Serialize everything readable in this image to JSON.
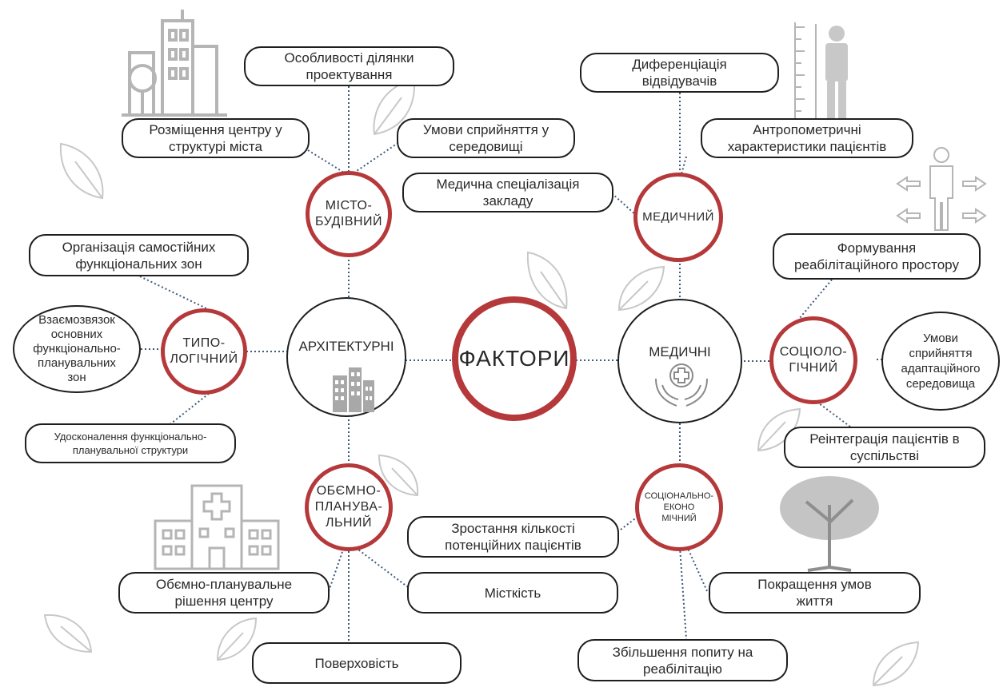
{
  "colors": {
    "accent_red": "#b5393a",
    "outline": "#1e1e1e",
    "deco_gray": "#b5b5b5"
  },
  "center": {
    "label": "ФАКТОРИ"
  },
  "main": {
    "architectural": "АРХІТЕКТУРНІ",
    "medical": "МЕДИЧНІ"
  },
  "categories": {
    "urban": "МІСТО-\nБУДІВНИЙ",
    "typological": "ТИПО-\nЛОГІЧНИЙ",
    "volumetric": "ОБЄМНО-\nПЛАНУВА-\nЛЬНИЙ",
    "medical": "МЕДИЧНИЙ",
    "sociological": "СОЦІОЛО-\nГІЧНИЙ",
    "socioeconomic": "СОЦІОНАЛЬНО-\nЕКОНО\nМІЧНИЙ"
  },
  "factors": {
    "site_features": "Особливості ділянки\nпроектування",
    "city_placement": "Розміщення центру у\nструктурі міста",
    "perception_env": "Умови сприйняття у\nсередовищі",
    "med_specialization": "Медична спеціалізація\nзакладу",
    "visitor_diff": "Диференціація\nвідвідувачів",
    "anthropometric": "Антропометричні\nхарактеристики пацієнтів",
    "independent_zones": "Організація самостійних\nфункціональних зон",
    "zone_relations": "Взаємозвязок\nосновних\nфункціонально-\nпланувальних\nзон",
    "structure_improve": "Удосконалення функціонально-\nпланувальної структури",
    "rehab_space": "Формування\nреабілітаційного простору",
    "adaptive_env": "Умови\nсприйняття\nадаптаційного\nсередовища",
    "reintegration": "Реінтеграція пацієнтів в\nсуспільстві",
    "volumetric_solution": "Обємно-планувальне\nрішення центру",
    "capacity": "Місткість",
    "floors": "Поверховість",
    "patient_growth": "Зростання кількості\nпотенційних пацієнтів",
    "life_improve": "Покращення умов\nжиття",
    "rehab_demand": "Збільшення попиту на\nреабілітацію"
  },
  "icons": [
    "buildings-icon",
    "ruler-person-icon",
    "person-arrows-icon",
    "hospital-icon",
    "tree-icon",
    "hands-cross-icon",
    "office-buildings-icon",
    "leaf-icon"
  ]
}
